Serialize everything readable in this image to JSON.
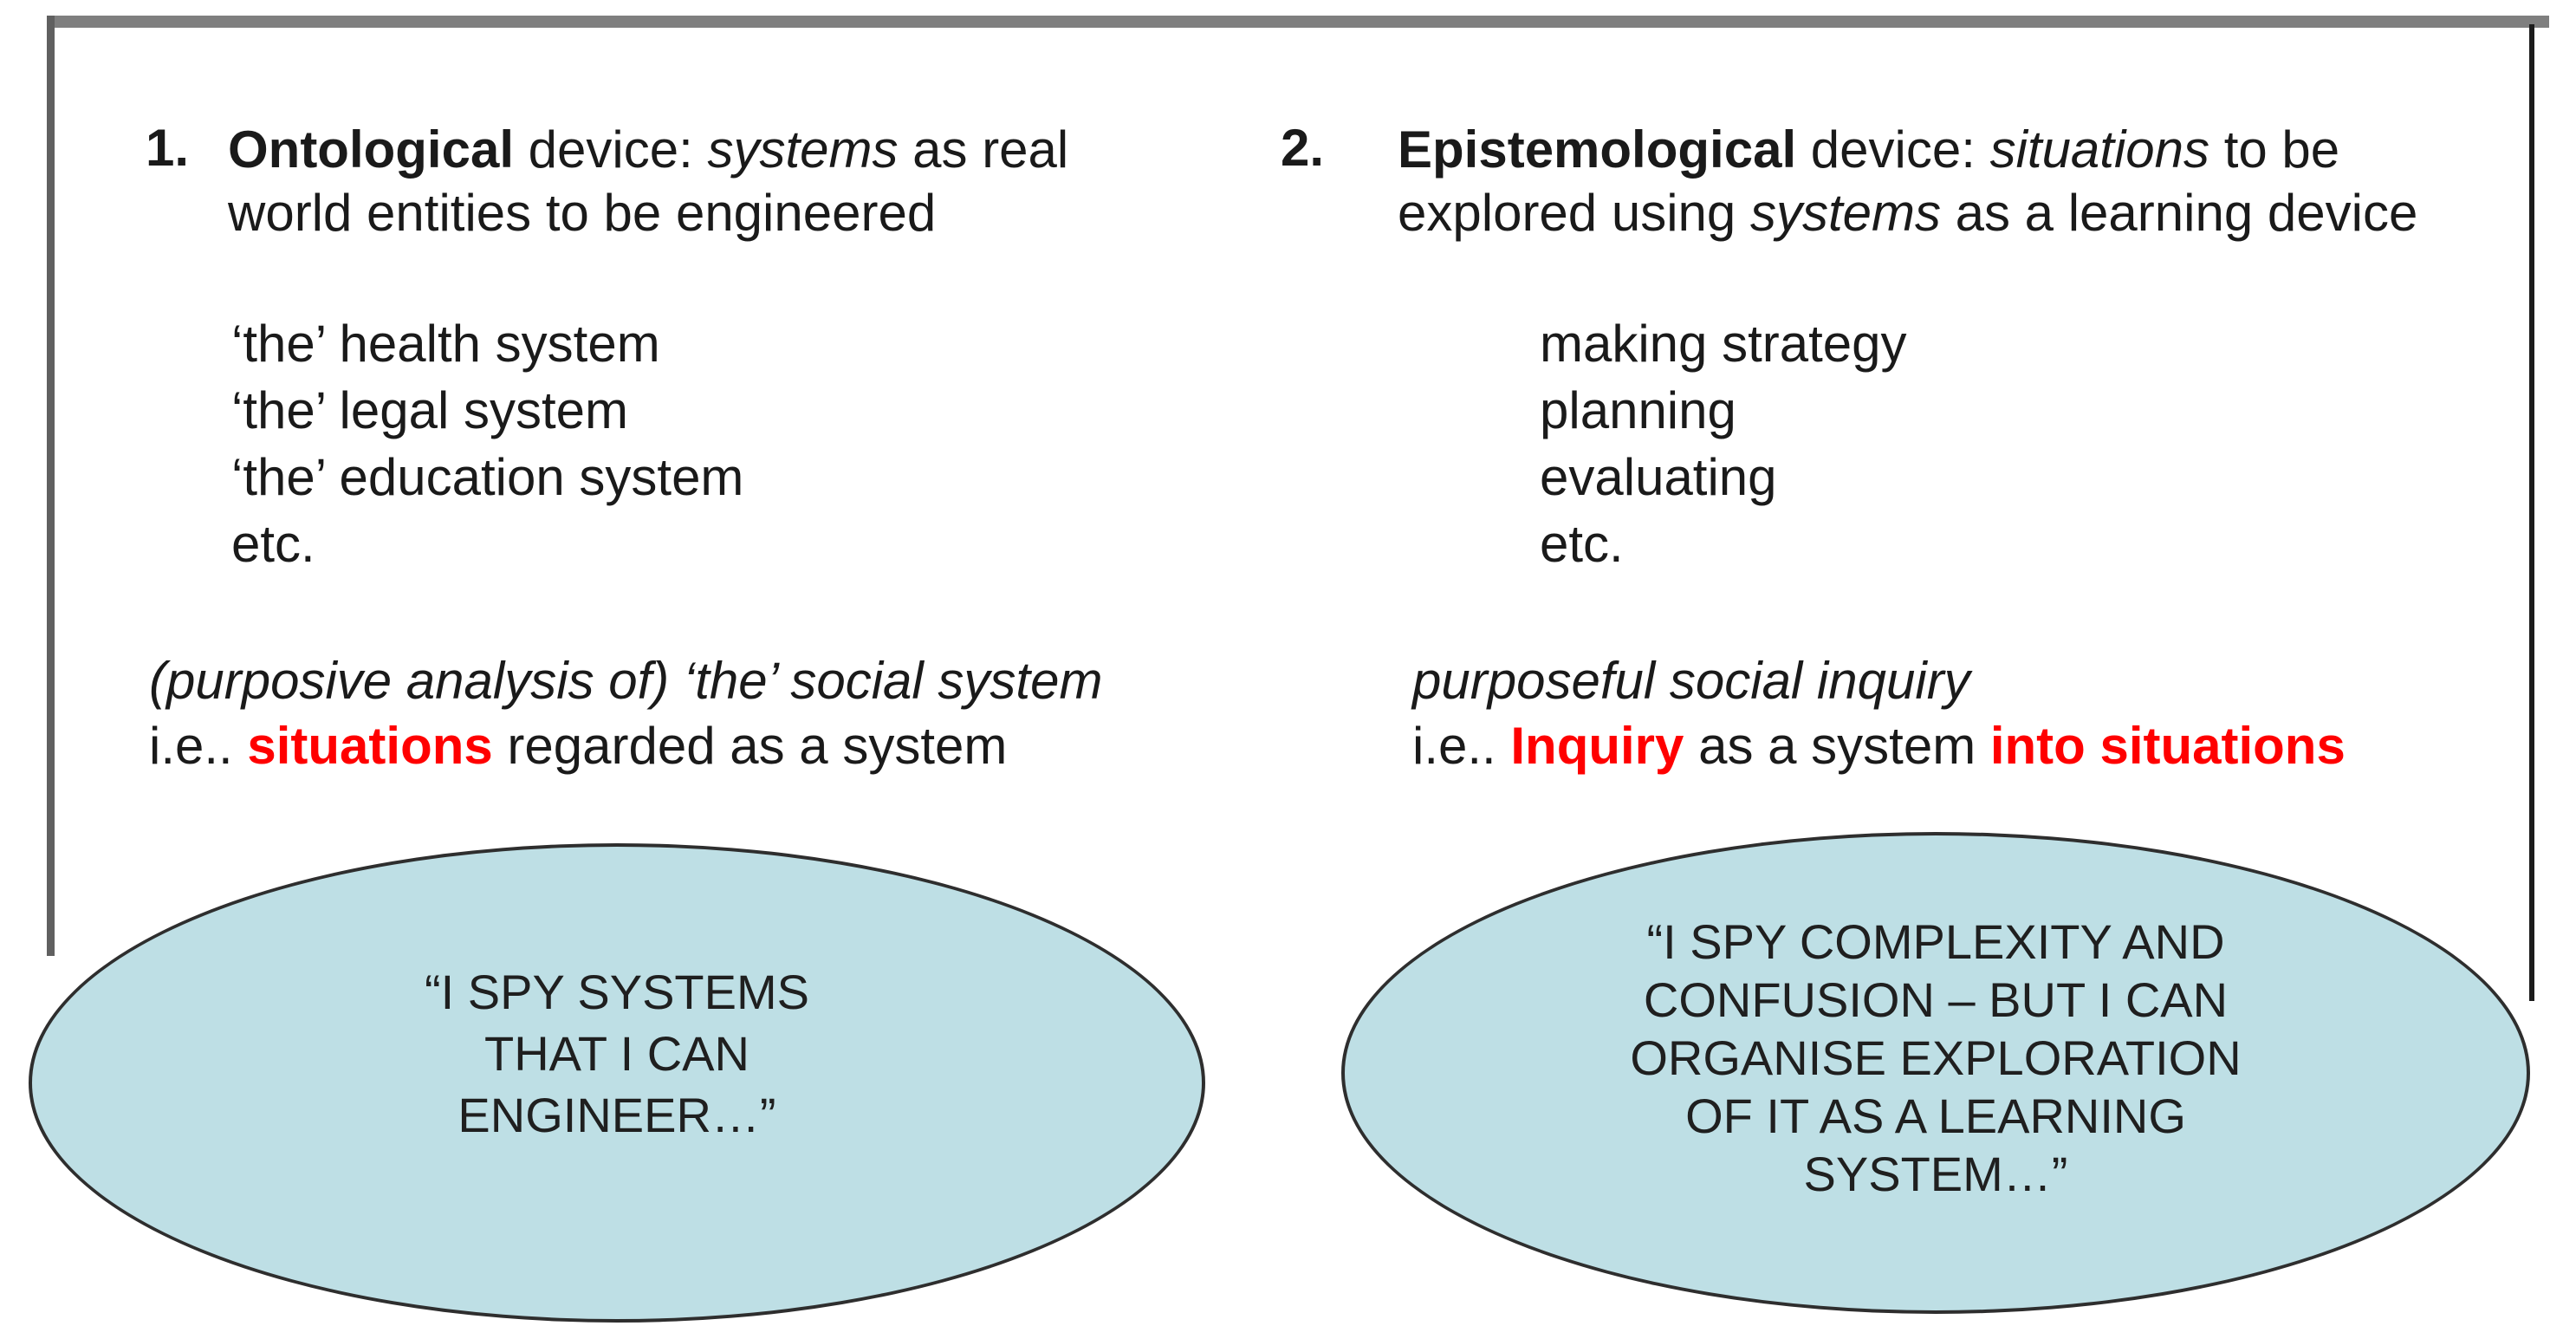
{
  "colors": {
    "text": "#1a1a1a",
    "accent_red": "#ff0000",
    "ellipse_fill": "#bedfe5",
    "ellipse_border": "#2e2e2e",
    "frame_top_gray": "#7f7f7f",
    "frame_left_gray": "#606060",
    "frame_right_black": "#1c1c1c"
  },
  "left_column": {
    "number": "1.",
    "heading_lines": [
      [
        {
          "t": "Ontological",
          "b": true
        },
        {
          "t": " device: "
        },
        {
          "t": "systems",
          "i": true
        },
        {
          "t": " as real"
        }
      ],
      [
        {
          "t": "world entities to be engineered"
        }
      ]
    ],
    "list": [
      "‘the’ health system",
      "‘the’ legal system",
      "‘the’ education system",
      "etc."
    ],
    "italic_line": "(purposive analysis of) ‘the’ social system",
    "ie_line": [
      {
        "t": "i.e.. "
      },
      {
        "t": "situations",
        "b": true,
        "red": true
      },
      {
        "t": " regarded as a system"
      }
    ],
    "bubble_lines": [
      "“I SPY SYSTEMS",
      "THAT I CAN",
      "ENGINEER…”"
    ]
  },
  "right_column": {
    "number": "2.",
    "heading_lines": [
      [
        {
          "t": "Epistemological",
          "b": true
        },
        {
          "t": " device: "
        },
        {
          "t": "situations",
          "i": true
        },
        {
          "t": " to be"
        }
      ],
      [
        {
          "t": "explored using "
        },
        {
          "t": "systems",
          "i": true
        },
        {
          "t": " as a learning device"
        }
      ]
    ],
    "list": [
      "making strategy",
      "planning",
      "evaluating",
      "etc."
    ],
    "italic_line": "purposeful social inquiry",
    "ie_line": [
      {
        "t": "i.e.. "
      },
      {
        "t": "Inquiry",
        "b": true,
        "red": true
      },
      {
        "t": " as a system "
      },
      {
        "t": "into situations",
        "b": true,
        "red": true
      }
    ],
    "bubble_lines": [
      "“I SPY COMPLEXITY AND",
      "CONFUSION – BUT I CAN",
      "ORGANISE EXPLORATION",
      "OF IT AS A LEARNING",
      "SYSTEM…”"
    ]
  }
}
